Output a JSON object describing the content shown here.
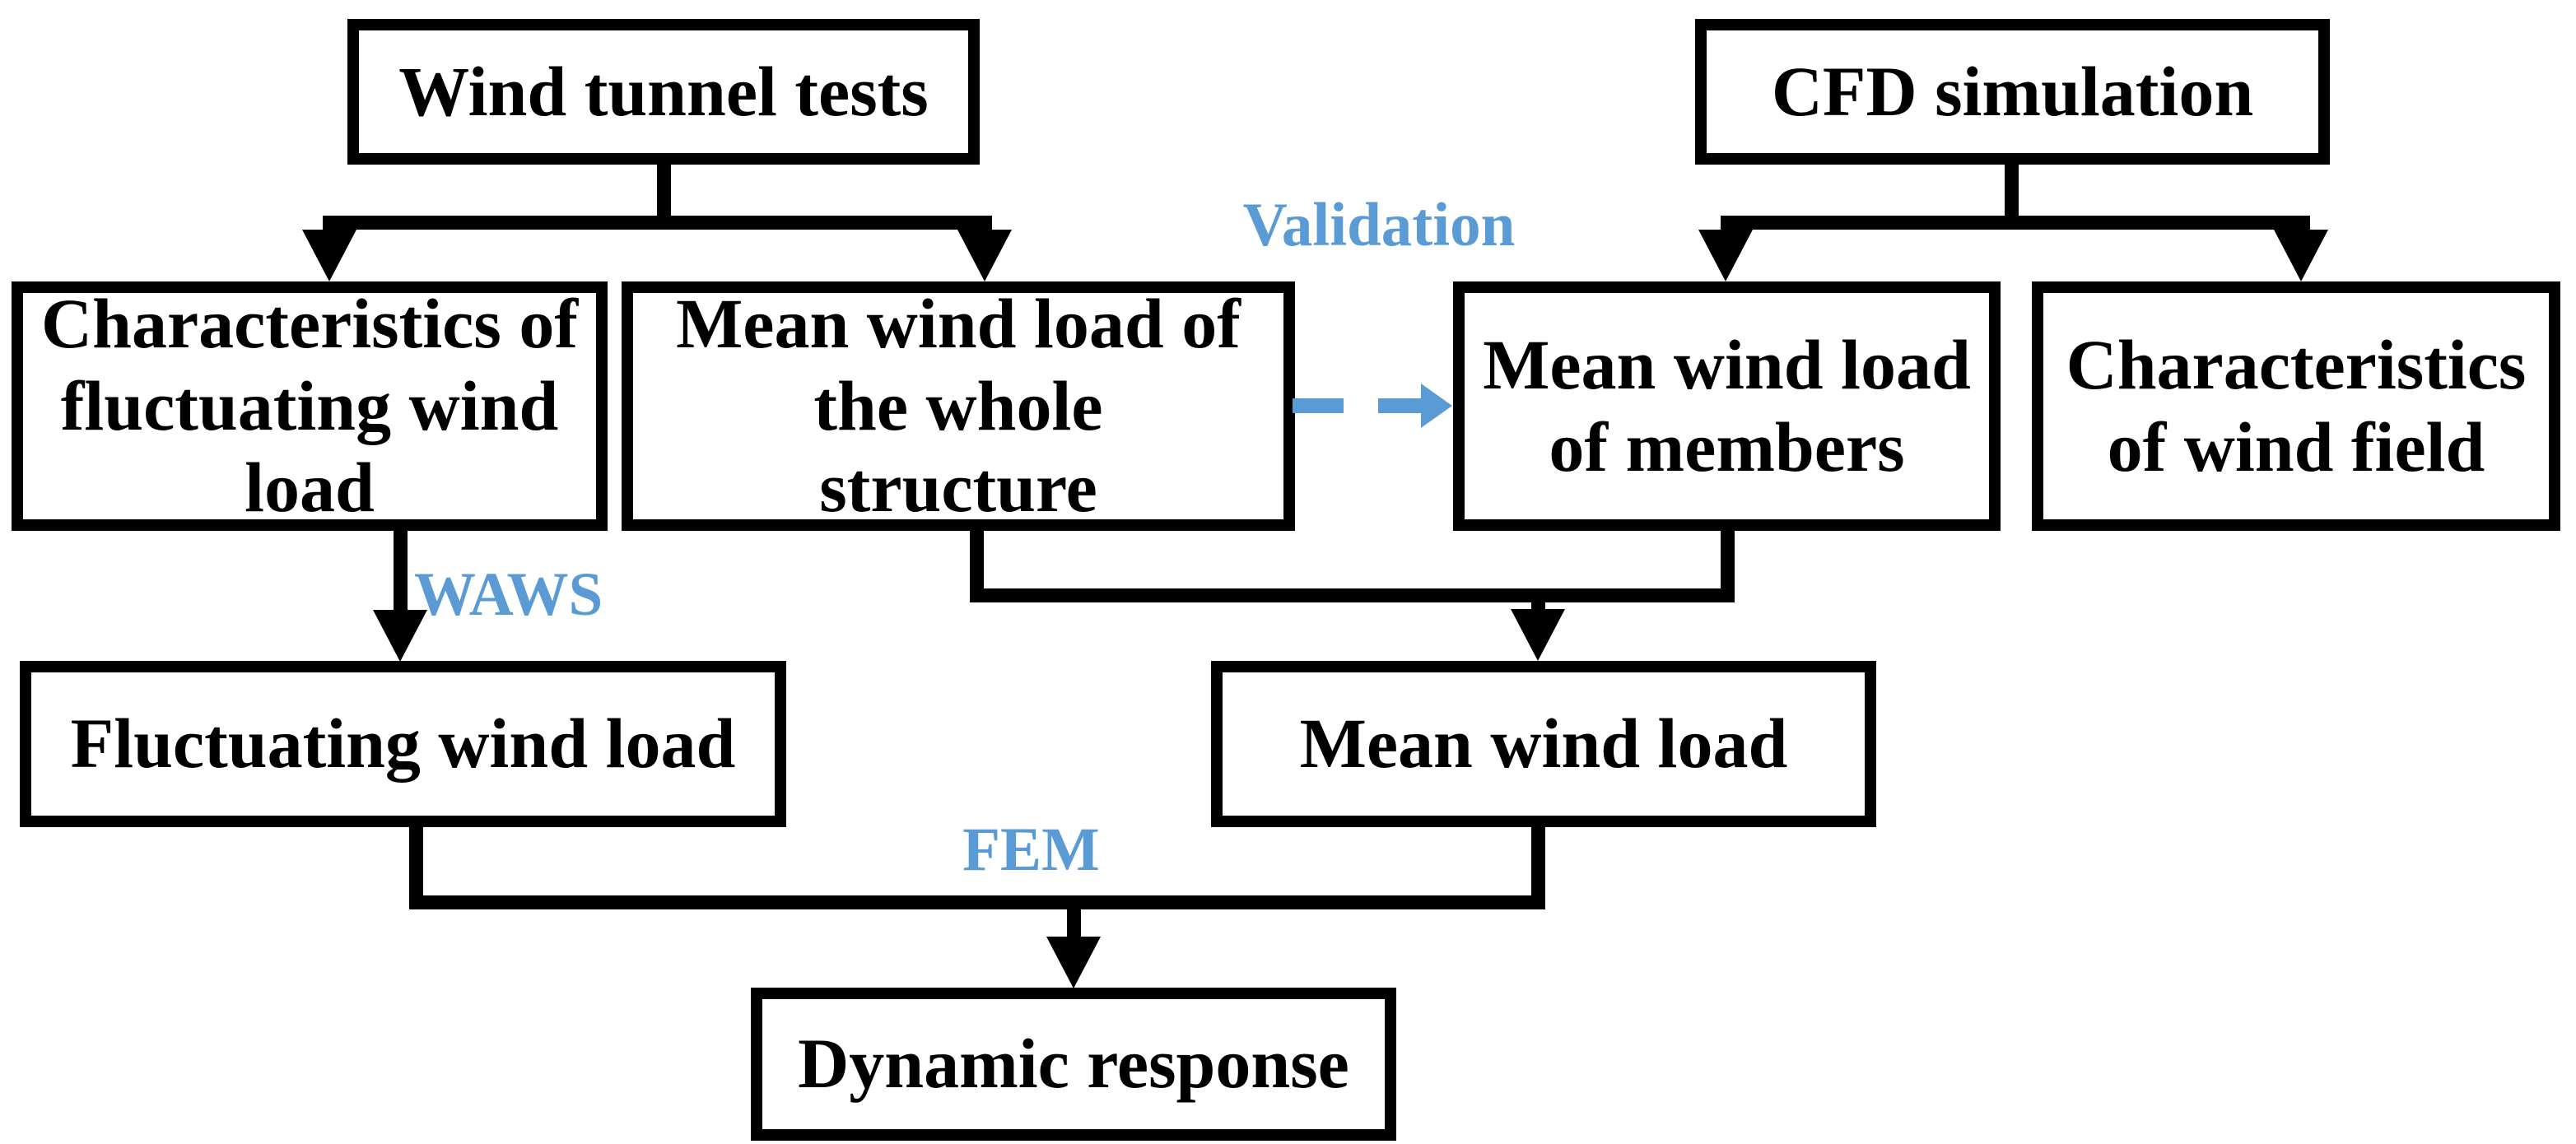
{
  "diagram": {
    "title": "Wind load analysis flowchart",
    "colors": {
      "accent_blue": "#5b9bd5",
      "line_black": "#000000",
      "background": "#ffffff"
    },
    "boxes": {
      "wind_tunnel_tests": {
        "label": "Wind tunnel tests"
      },
      "cfd_simulation": {
        "label": "CFD simulation"
      },
      "characteristics_fluctuating": {
        "label": "Characteristics of\nfluctuating wind\nload"
      },
      "mean_whole_structure": {
        "label": "Mean wind load of\nthe whole\nstructure"
      },
      "mean_members": {
        "label": "Mean wind load\nof members"
      },
      "characteristics_wind_field": {
        "label": "Characteristics\nof wind field"
      },
      "fluctuating_wind_load": {
        "label": "Fluctuating wind load"
      },
      "mean_wind_load": {
        "label": "Mean wind load"
      },
      "dynamic_response": {
        "label": "Dynamic response"
      }
    },
    "edge_labels": {
      "validation": "Validation",
      "waws": "WAWS",
      "fem": "FEM"
    }
  }
}
